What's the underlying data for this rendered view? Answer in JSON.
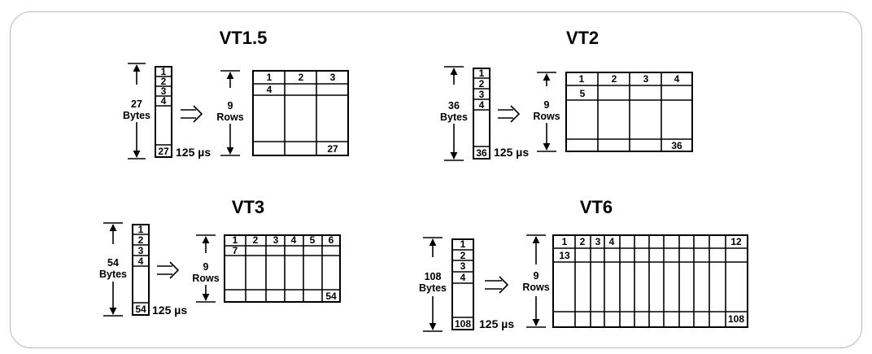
{
  "diagrams": [
    {
      "title": "VT1.5",
      "bytes_count": "27",
      "bytes_label": "Bytes",
      "column_labels": [
        "1",
        "2",
        "3",
        "4"
      ],
      "column_last": "27",
      "rows_count": "9",
      "rows_label": "Rows",
      "grid_header": [
        "1",
        "2",
        "3"
      ],
      "grid_row2_first": "4",
      "grid_last": "27",
      "time_value": "125",
      "time_unit": "µs"
    },
    {
      "title": "VT2",
      "bytes_count": "36",
      "bytes_label": "Bytes",
      "column_labels": [
        "1",
        "2",
        "3",
        "4"
      ],
      "column_last": "36",
      "rows_count": "9",
      "rows_label": "Rows",
      "grid_header": [
        "1",
        "2",
        "3",
        "4"
      ],
      "grid_row2_first": "5",
      "grid_last": "36",
      "time_value": "125",
      "time_unit": "µs"
    },
    {
      "title": "VT3",
      "bytes_count": "54",
      "bytes_label": "Bytes",
      "column_labels": [
        "1",
        "2",
        "3",
        "4"
      ],
      "column_last": "54",
      "rows_count": "9",
      "rows_label": "Rows",
      "grid_header": [
        "1",
        "2",
        "3",
        "4",
        "5",
        "6"
      ],
      "grid_row2_first": "7",
      "grid_last": "54",
      "time_value": "125",
      "time_unit": "µs"
    },
    {
      "title": "VT6",
      "bytes_count": "108",
      "bytes_label": "Bytes",
      "column_labels": [
        "1",
        "2",
        "3",
        "4"
      ],
      "column_last": "108",
      "rows_count": "9",
      "rows_label": "Rows",
      "grid_header": [
        "1",
        "2",
        "3",
        "4",
        "12"
      ],
      "grid_row2_first": "13",
      "grid_last": "108",
      "time_value": "125",
      "time_unit": "µs"
    }
  ]
}
